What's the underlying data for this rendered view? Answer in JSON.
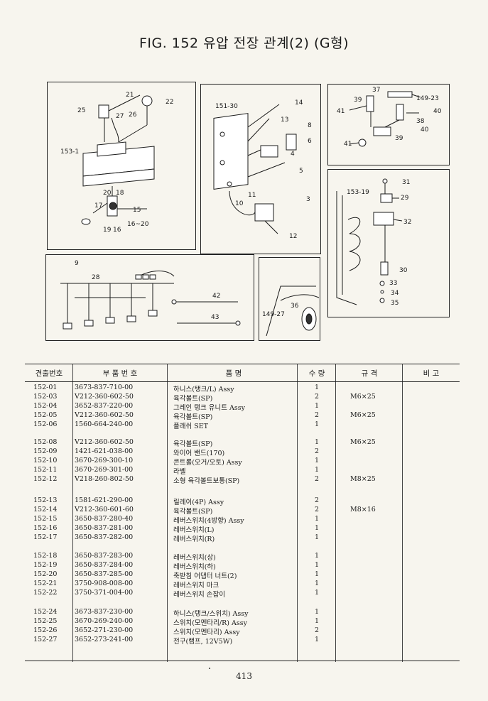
{
  "page": {
    "title": "FIG. 152 유압 전장 관계(2) (G형)",
    "page_number": "413"
  },
  "diagram_labels": {
    "p1": [
      "21",
      "22",
      "25",
      "27",
      "26",
      "153-1",
      "20",
      "18",
      "17",
      "15",
      "19",
      "16",
      "16~20"
    ],
    "p2": [
      "151-30",
      "14",
      "13",
      "8",
      "6",
      "4",
      "5",
      "11",
      "10",
      "3",
      "12"
    ],
    "p3": [
      "37",
      "149-23",
      "39",
      "41",
      "40",
      "38",
      "40",
      "41",
      "39"
    ],
    "p4": [
      "153-19",
      "31",
      "29",
      "32",
      "30",
      "33",
      "34",
      "35"
    ],
    "p5": [
      "9",
      "28",
      "42",
      "43"
    ],
    "p6": [
      "36",
      "149-27"
    ]
  },
  "table": {
    "headers": {
      "no": "견출번호",
      "part_no": "부 품 번 호",
      "name": "품 명",
      "qty": "수 량",
      "spec": "규 격",
      "remark": "비 고"
    },
    "groups": [
      [
        {
          "no": "152-01",
          "part_no": "3673-837-710-00",
          "name": "하니스(탱크/L) Assy",
          "qty": "1",
          "spec": ""
        },
        {
          "no": "152-03",
          "part_no": "V212-360-602-50",
          "name": "육각볼트(SP)",
          "qty": "2",
          "spec": "M6×25"
        },
        {
          "no": "152-04",
          "part_no": "3652-837-220-00",
          "name": "그레인 탱크 유니트 Assy",
          "qty": "1",
          "spec": ""
        },
        {
          "no": "152-05",
          "part_no": "V212-360-602-50",
          "name": "육각볼트(SP)",
          "qty": "2",
          "spec": "M6×25"
        },
        {
          "no": "152-06",
          "part_no": "1560-664-240-00",
          "name": "플래쉬 SET",
          "qty": "1",
          "spec": ""
        }
      ],
      [
        {
          "no": "152-08",
          "part_no": "V212-360-602-50",
          "name": "육각볼트(SP)",
          "qty": "1",
          "spec": "M6×25"
        },
        {
          "no": "152-09",
          "part_no": "1421-621-038-00",
          "name": "와이어 밴드(170)",
          "qty": "2",
          "spec": ""
        },
        {
          "no": "152-10",
          "part_no": "3670-269-300-10",
          "name": "콘트롤(오거/오토) Assy",
          "qty": "1",
          "spec": ""
        },
        {
          "no": "152-11",
          "part_no": "3670-269-301-00",
          "name": "라벨",
          "qty": "1",
          "spec": ""
        },
        {
          "no": "152-12",
          "part_no": "V218-260-802-50",
          "name": "소형 육각볼트보통(SP)",
          "qty": "2",
          "spec": "M8×25"
        }
      ],
      [
        {
          "no": "152-13",
          "part_no": "1581-621-290-00",
          "name": "릴레이(4P) Assy",
          "qty": "2",
          "spec": ""
        },
        {
          "no": "152-14",
          "part_no": "V212-360-601-60",
          "name": "육각볼트(SP)",
          "qty": "2",
          "spec": "M8×16"
        },
        {
          "no": "152-15",
          "part_no": "3650-837-280-40",
          "name": "레버스위치(4방향) Assy",
          "qty": "1",
          "spec": ""
        },
        {
          "no": "152-16",
          "part_no": "3650-837-281-00",
          "name": "레버스위치(L)",
          "qty": "1",
          "spec": ""
        },
        {
          "no": "152-17",
          "part_no": "3650-837-282-00",
          "name": "레버스위치(R)",
          "qty": "1",
          "spec": ""
        }
      ],
      [
        {
          "no": "152-18",
          "part_no": "3650-837-283-00",
          "name": "레버스위치(상)",
          "qty": "1",
          "spec": ""
        },
        {
          "no": "152-19",
          "part_no": "3650-837-284-00",
          "name": "레버스위치(하)",
          "qty": "1",
          "spec": ""
        },
        {
          "no": "152-20",
          "part_no": "3650-837-285-00",
          "name": "축받침 어댑터 너트(2)",
          "qty": "1",
          "spec": ""
        },
        {
          "no": "152-21",
          "part_no": "3750-908-008-00",
          "name": "레버스위치 마크",
          "qty": "1",
          "spec": ""
        },
        {
          "no": "152-22",
          "part_no": "3750-371-004-00",
          "name": "레버스위치 손잡이",
          "qty": "1",
          "spec": ""
        }
      ],
      [
        {
          "no": "152-24",
          "part_no": "3673-837-230-00",
          "name": "하니스(탱크/스위치) Assy",
          "qty": "1",
          "spec": ""
        },
        {
          "no": "152-25",
          "part_no": "3670-269-240-00",
          "name": "스위치(모멘타리/R) Assy",
          "qty": "1",
          "spec": ""
        },
        {
          "no": "152-26",
          "part_no": "3652-271-230-00",
          "name": "스위치(모멘타리) Assy",
          "qty": "2",
          "spec": ""
        },
        {
          "no": "152-27",
          "part_no": "3652-273-241-00",
          "name": "전구(램프, 12V5W)",
          "qty": "1",
          "spec": ""
        }
      ]
    ]
  }
}
